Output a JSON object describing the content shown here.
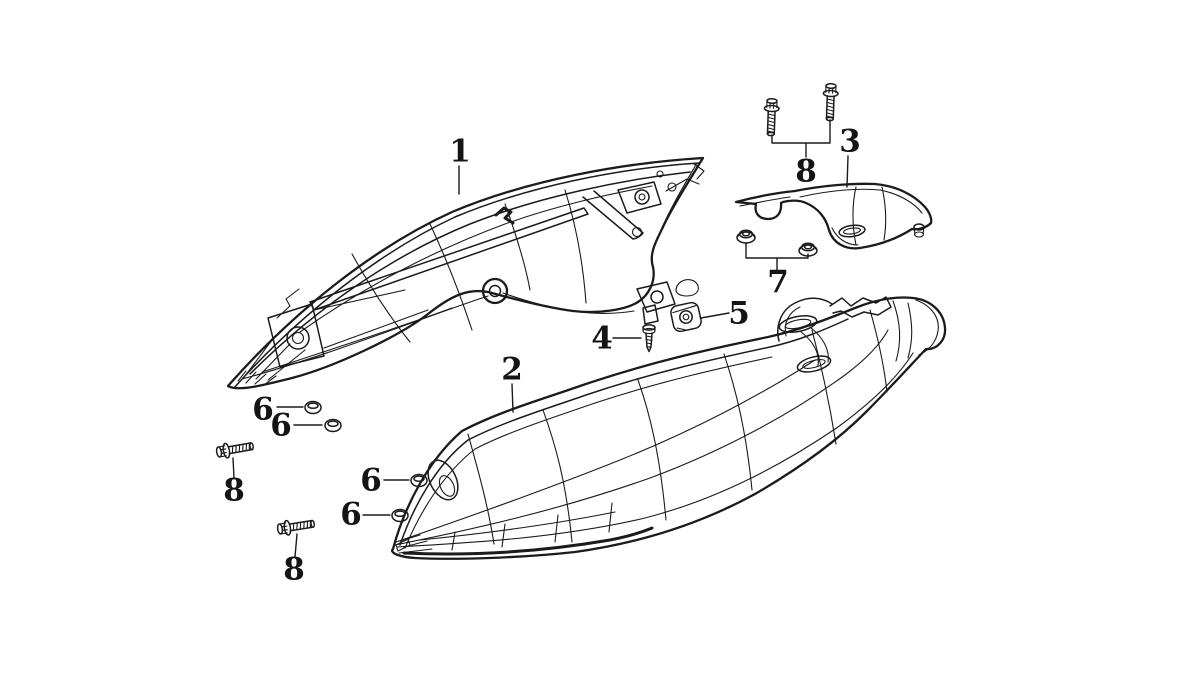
{
  "diagram": {
    "type": "exploded-parts-diagram",
    "background_color": "#ffffff",
    "line_color": "#1b1b1b",
    "callouts": [
      {
        "ref": "1"
      },
      {
        "ref": "2"
      },
      {
        "ref": "3"
      },
      {
        "ref": "4"
      },
      {
        "ref": "5"
      },
      {
        "ref": "6"
      },
      {
        "ref": "6"
      },
      {
        "ref": "6"
      },
      {
        "ref": "6"
      },
      {
        "ref": "7"
      },
      {
        "ref": "8"
      },
      {
        "ref": "8"
      },
      {
        "ref": "8"
      }
    ]
  }
}
